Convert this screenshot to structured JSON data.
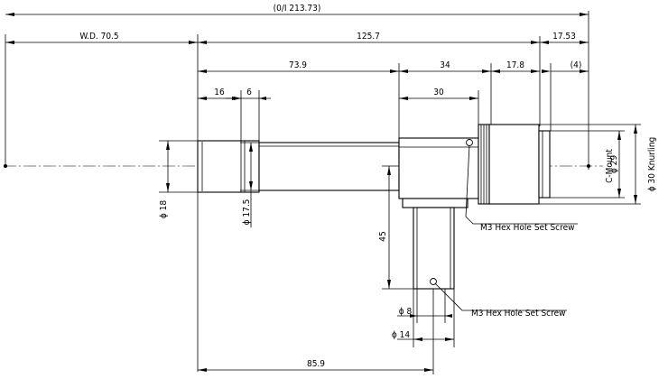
{
  "dimensions": {
    "overall": "(0/I 213.73)",
    "working_distance": "W.D. 70.5",
    "lens_length": "125.7",
    "mount_to_image": "17.53",
    "barrel_length": "73.9",
    "prism_block": "34",
    "knurl_ring": "17.8",
    "flange": "(4)",
    "block_width": "30",
    "segment_a": "16",
    "segment_b": "6",
    "diameter_front": "ϕ 18",
    "diameter_barrel": "ϕ 17.5",
    "side_length": "45",
    "diameter_side_inner": "ϕ 8",
    "diameter_side_outer": "ϕ 14",
    "axis_offset": "85.9",
    "diameter_mount": "ϕ 29",
    "diameter_knurl": "ϕ 30 Knurling",
    "mount_type": "C-Mount"
  },
  "callouts": {
    "set_screw_upper": "M3 Hex Hole Set Screw",
    "set_screw_lower": "M3 Hex Hole Set Screw"
  }
}
